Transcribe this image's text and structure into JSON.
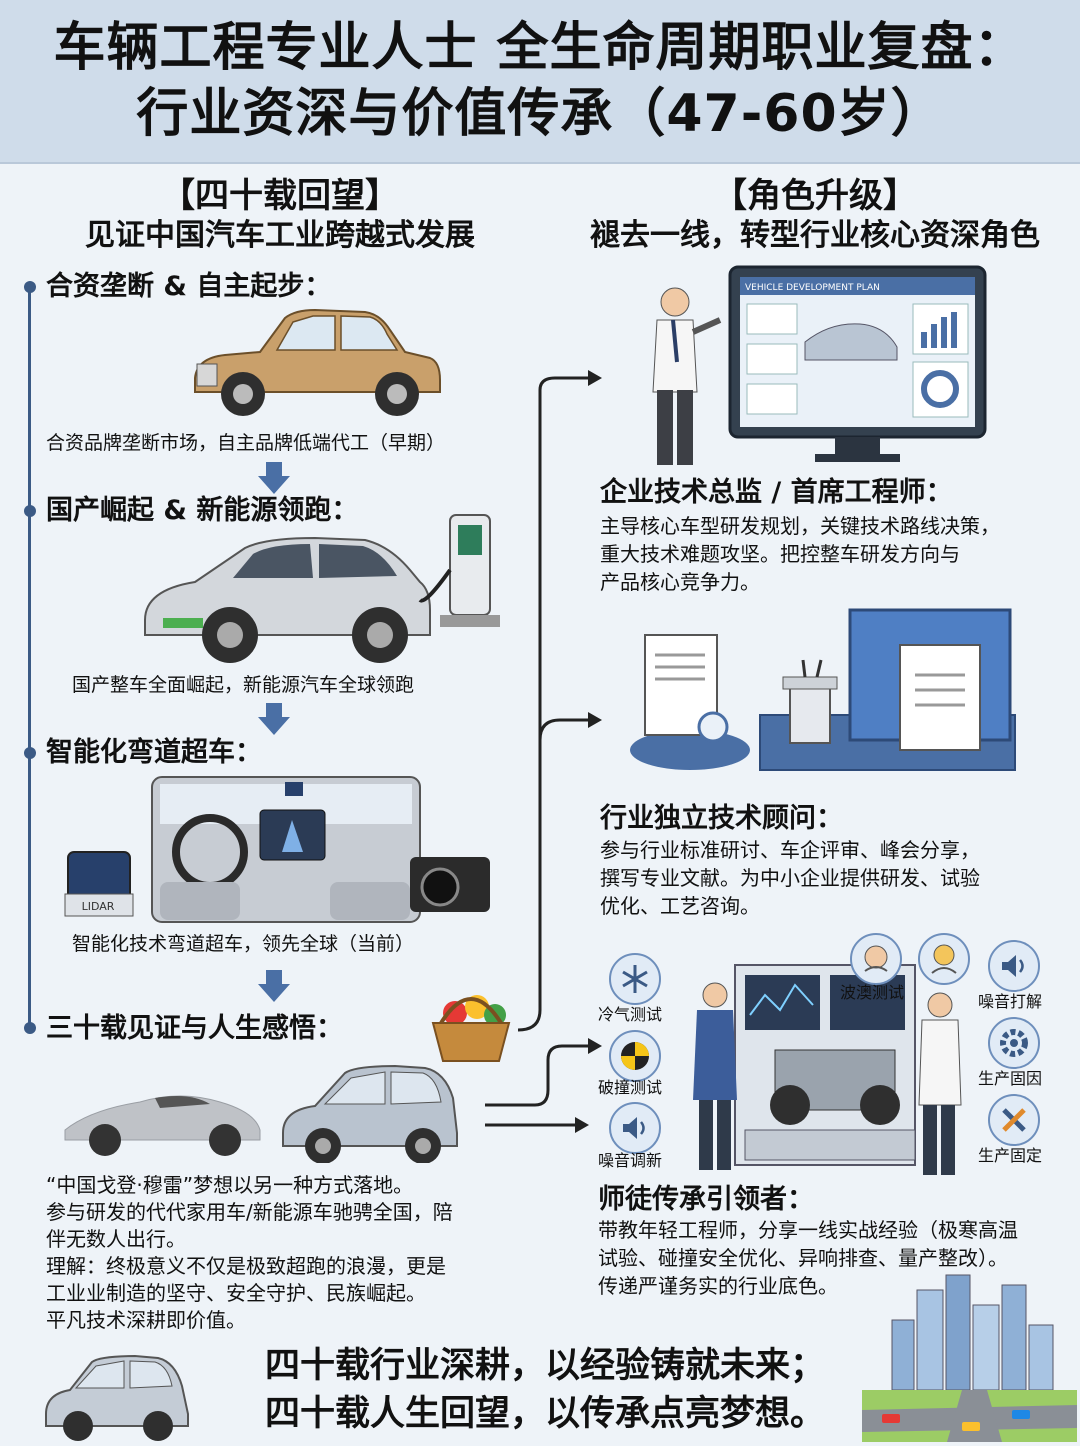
{
  "header": {
    "line1": "车辆工程专业人士 全生命周期职业复盘：",
    "line2": "行业资深与价值传承（47-60岁）"
  },
  "left": {
    "title": "【四十载回望】",
    "subtitle": "见证中国汽车工业跨越式发展",
    "sections": [
      {
        "title": "合资垄断 & 自主起步：",
        "caption": "合资品牌垄断市场，自主品牌低端代工（早期）"
      },
      {
        "title": "国产崛起 & 新能源领跑：",
        "caption": "国产整车全面崛起，新能源汽车全球领跑"
      },
      {
        "title": "智能化弯道超车：",
        "caption": "智能化技术弯道超车，领先全球（当前）"
      },
      {
        "title": "三十载见证与人生感悟：",
        "caption": ""
      }
    ],
    "lidar_label": "LIDAR",
    "reflection": [
      "“中国戈登·穆雷”梦想以另一种方式落地。",
      "参与研发的代代家用车/新能源车驰骋全国，陪",
      "伴无数人出行。",
      "理解：终极意义不仅是极致超跑的浪漫，更是",
      "工业业制造的坚守、安全守护、民族崛起。",
      "平凡技术深耕即价值。"
    ]
  },
  "right": {
    "title": "【角色升级】",
    "subtitle": "褪去一线，转型行业核心资深角色",
    "screen_title": "VEHICLE DEVELOPMENT PLAN",
    "roles": [
      {
        "title": "企业技术总监 / 首席工程师：",
        "desc": [
          "主导核心车型研发规划，关键技术路线决策，",
          "重大技术难题攻坚。把控整车研发方向与",
          "产品核心竞争力。"
        ]
      },
      {
        "title": "行业独立技术顾问：",
        "desc": [
          "参与行业标准研讨、车企评审、峰会分享，",
          "撰写专业文献。为中小企业提供研发、试验",
          "优化、工艺咨询。"
        ]
      },
      {
        "title": "师徒传承引领者：",
        "desc": [
          "带教年轻工程师，分享一线实战经验（极寒高温",
          "试验、碰撞安全优化、异响排查、量产整改）。",
          "传递严谨务实的行业底色。"
        ]
      }
    ],
    "lab_labels": {
      "cold": "冷气测试",
      "crash": "破撞测试",
      "noise_tune": "噪音调新",
      "wave": "波澳测试",
      "noise_fix": "噪音打解",
      "prod1": "生产固因",
      "prod2": "生产固定"
    }
  },
  "motto": {
    "line1": "四十载行业深耕，以经验铸就未来；",
    "line2": "四十载人生回望，以传承点亮梦想。"
  },
  "colors": {
    "background": "#eef3f8",
    "header": "#cfdcea",
    "accent": "#3b5a85",
    "arrow": "#4a6fa5"
  }
}
